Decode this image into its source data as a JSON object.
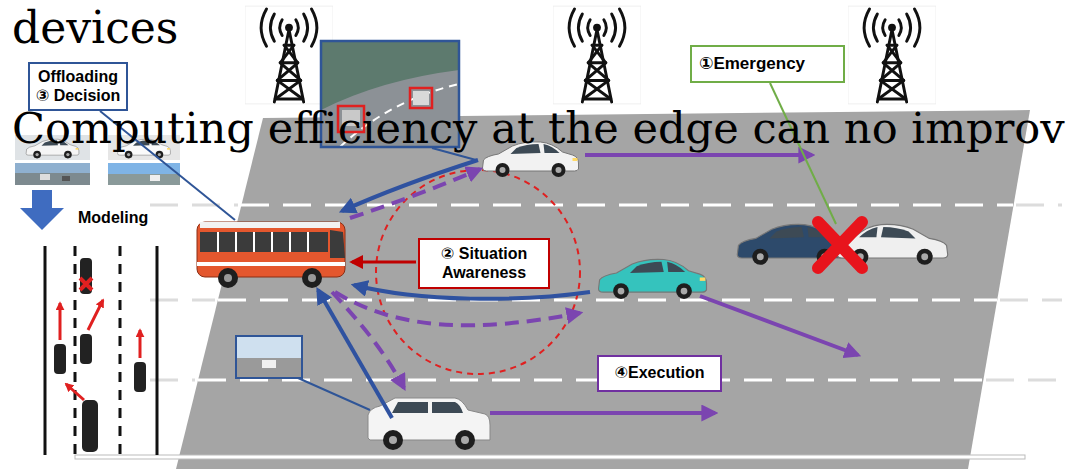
{
  "diagram": {
    "nodes": [
      {
        "text": [
          "①Emergency"
        ]
      },
      {
        "text": [
          "Offloading ③ Decision"
        ]
      },
      {
        "text": [
          "② Situation Awareness"
        ]
      },
      {
        "text": [
          "④Execution"
        ]
      }
    ],
    "labels": [
      "devices",
      "Computing efficiency at the edge can no improv",
      "Modeling"
    ]
  }
}
